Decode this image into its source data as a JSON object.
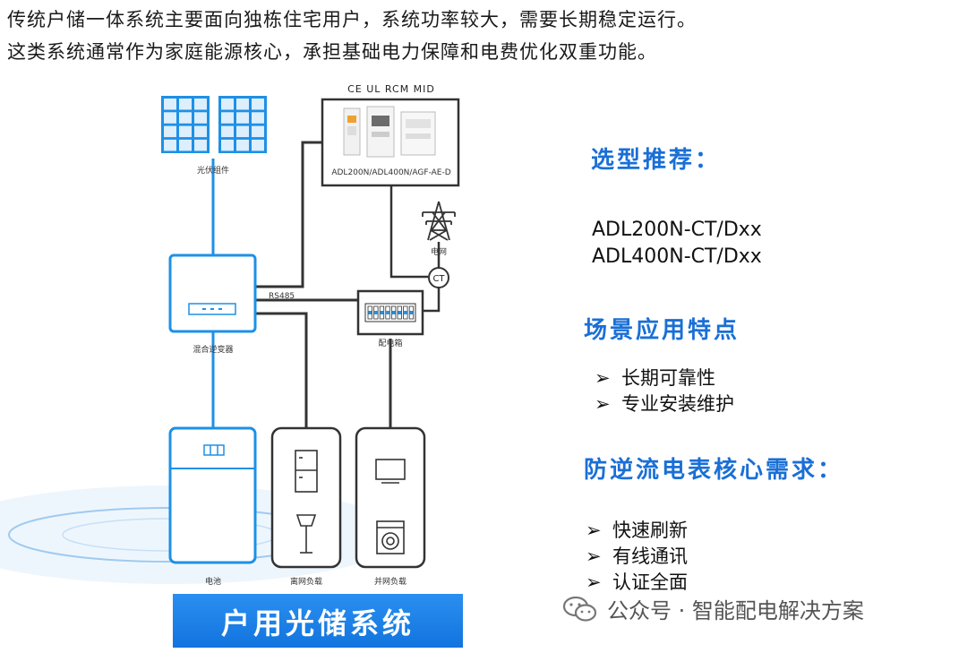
{
  "intro": {
    "line1": "传统户储一体系统主要面向独栋住宅用户，系统功率较大，需要长期稳定运行。",
    "line2": "这类系统通常作为家庭能源核心，承担基础电力保障和电费优化双重功能。"
  },
  "diagram": {
    "cert_label": "CE UL RCM MID",
    "meter_caption": "ADL200N/ADL400N/AGF-AE-D",
    "pv_label": "光伏组件",
    "grid_label": "电网",
    "ct_label": "CT",
    "rs485_label": "RS485",
    "inverter_label": "混合逆变器",
    "dist_box_label": "配电箱",
    "battery_label": "电池",
    "backup_load_label": "离网负载",
    "grid_load_label": "并网负载"
  },
  "panel": {
    "selection_heading": "选型推荐：",
    "models": [
      "ADL200N-CT/Dxx",
      "ADL400N-CT/Dxx"
    ],
    "scenario_heading": "场景应用特点",
    "scenario_items": [
      "长期可靠性",
      "专业安装维护"
    ],
    "core_heading": "防逆流电表核心需求：",
    "core_items": [
      "快速刷新",
      "有线通讯",
      "认证全面"
    ],
    "arrow_glyph": "➢"
  },
  "banner": {
    "title": "户用光储系统"
  },
  "watermark": {
    "text": "公众号 · 智能配电解决方案"
  },
  "colors": {
    "accent": "#1a6fd6",
    "line_blue": "#1e90e6",
    "line_dark": "#333333",
    "banner": "#1a7ee3"
  }
}
